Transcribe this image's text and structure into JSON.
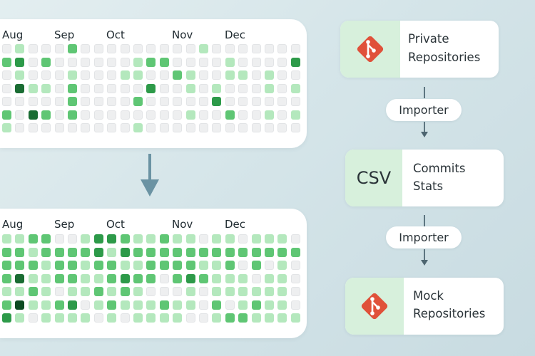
{
  "heatmap_top": {
    "months": [
      "Aug",
      "Sep",
      "Oct",
      "Nov",
      "Dec"
    ],
    "rows": [
      "01000200000000010000000",
      "23020000001220000100003",
      "01000100011002100110100",
      "04110200000300101000101",
      "00000200002000003000000",
      "20420200000000100200101",
      "10000000001000000000000"
    ]
  },
  "heatmap_bottom": {
    "months": [
      "Aug",
      "Sep",
      "Oct",
      "Nov",
      "Dec"
    ],
    "rows": [
      "11220013321121101101110",
      "22122223132222222222222",
      "22212212211222211202010",
      "24112211232202321110110",
      "11210112121000101111110",
      "25112301211121102012110",
      "31011110101111001221111"
    ]
  },
  "palette": {
    "level0": "#eeeff0",
    "level1": "#b4e8bd",
    "level2": "#5fc674",
    "level3": "#2d9a49",
    "level4": "#1a6c33",
    "level5": "#0d4a22",
    "node_accent": "#d7f0dc",
    "git_logo": "#e0513a"
  },
  "flow": {
    "source_node": {
      "icon": "git-logo",
      "label_line1": "Private",
      "label_line2": "Repositories"
    },
    "step1": "Importer",
    "csv_node": {
      "icon_text": "CSV",
      "label_line1": "Commits",
      "label_line2": "Stats"
    },
    "step2": "Importer",
    "target_node": {
      "icon": "git-logo",
      "label_line1": "Mock",
      "label_line2": "Repositories"
    }
  }
}
